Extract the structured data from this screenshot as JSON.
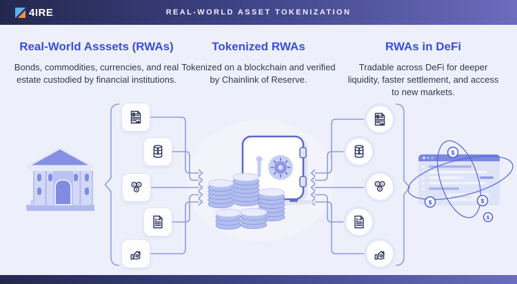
{
  "header": {
    "logo_text": "4IRE",
    "title": "REAL-WORLD ASSET TOKENIZATION"
  },
  "columns": [
    {
      "heading": "Real-World Asssets (RWAs)",
      "description": "Bonds, commodities, currencies, and real estate custodied by financial institutions."
    },
    {
      "heading": "Tokenized RWAs",
      "description": "Tokenized on a blockchain and verified by Chainlink of Reserve."
    },
    {
      "heading": "RWAs in DeFi",
      "description": "Tradable across DeFi for deeper liquidity, faster settlement, and access to new markets."
    }
  ],
  "asset_icons": [
    "certificate-document",
    "oil-barrel",
    "currency-coins",
    "financial-document",
    "real-estate"
  ],
  "currency": {
    "pound": "£",
    "euro": "€",
    "dollar": "$"
  },
  "colors": {
    "background": "#edeffa",
    "bar_gradient_start": "#23284e",
    "bar_gradient_end": "#6b6cbd",
    "heading_blue": "#3b4ed6",
    "body_text": "#33364f",
    "connector_line": "#8f9bdc",
    "vault_outline": "#5b69c4",
    "illustration_fill": "#b3bdee",
    "logo_orange": "#f5922f",
    "logo_lightblue": "#62b1e8"
  }
}
